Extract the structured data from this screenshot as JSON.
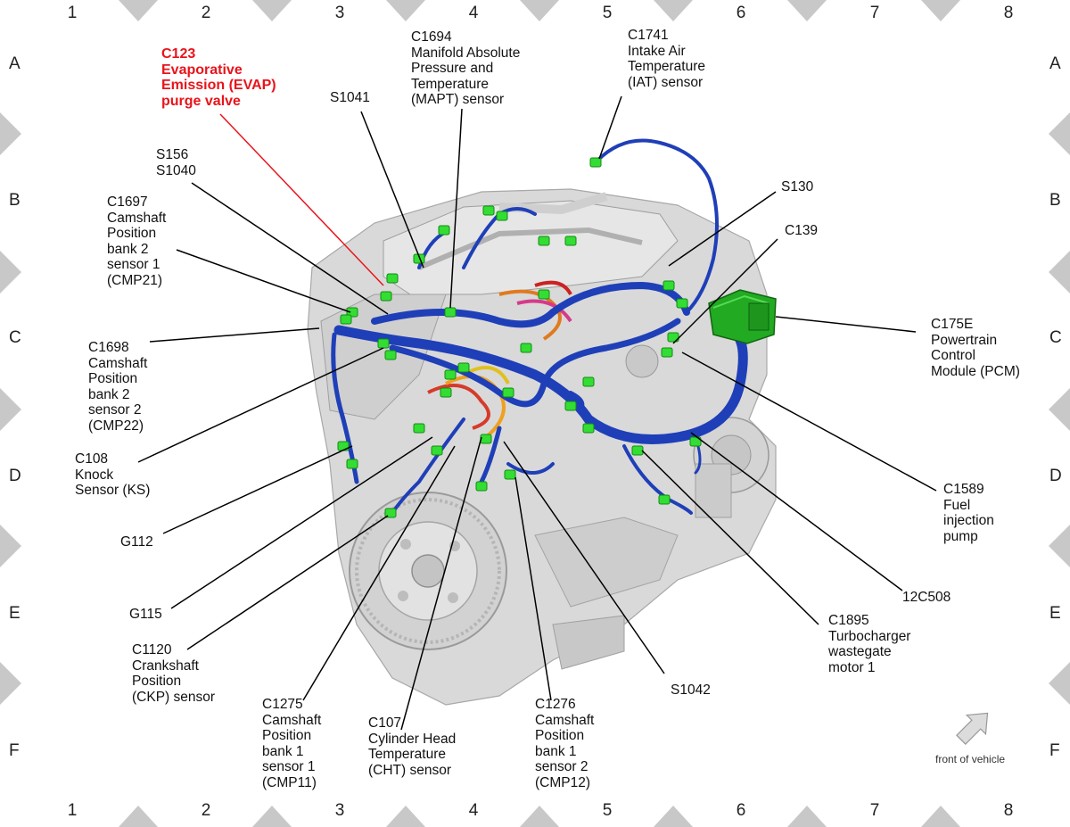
{
  "grid": {
    "columns": [
      "1",
      "2",
      "3",
      "4",
      "5",
      "6",
      "7",
      "8"
    ],
    "rows": [
      "A",
      "B",
      "C",
      "D",
      "E",
      "F"
    ]
  },
  "colors": {
    "highlight": "#e8141b",
    "harness": "#1f3fb8",
    "connector": "#33dd33",
    "pcm": "#22aa22",
    "border_marker": "#c8c8c8",
    "engine": "#d6d6d6",
    "leader": "#000000"
  },
  "icons": [
    "front-arrow-icon"
  ],
  "front_of_vehicle": "front of vehicle",
  "labels": [
    {
      "id": "c123",
      "lines": [
        "C123",
        "Evaporative",
        "Emission (EVAP)",
        "purge valve"
      ],
      "highlight": true
    },
    {
      "id": "s1041",
      "lines": [
        "S1041"
      ]
    },
    {
      "id": "c1694",
      "lines": [
        "C1694",
        "Manifold Absolute",
        "Pressure and",
        "Temperature",
        "(MAPT) sensor"
      ]
    },
    {
      "id": "c1741",
      "lines": [
        "C1741",
        "Intake Air",
        "Temperature",
        "(IAT) sensor"
      ]
    },
    {
      "id": "s156",
      "lines": [
        "S156",
        "S1040"
      ]
    },
    {
      "id": "c1697",
      "lines": [
        "C1697",
        "Camshaft",
        "Position",
        "bank 2",
        "sensor 1",
        "(CMP21)"
      ]
    },
    {
      "id": "s130",
      "lines": [
        "S130"
      ]
    },
    {
      "id": "c139",
      "lines": [
        "C139"
      ]
    },
    {
      "id": "c175e",
      "lines": [
        "C175E",
        "Powertrain",
        "Control",
        "Module (PCM)"
      ]
    },
    {
      "id": "c1698",
      "lines": [
        "C1698",
        "Camshaft",
        "Position",
        "bank 2",
        "sensor 2",
        "(CMP22)"
      ]
    },
    {
      "id": "c108",
      "lines": [
        "C108",
        "Knock",
        "Sensor (KS)"
      ]
    },
    {
      "id": "g112",
      "lines": [
        "G112"
      ]
    },
    {
      "id": "c1589",
      "lines": [
        "C1589",
        "Fuel",
        "injection",
        "pump"
      ]
    },
    {
      "id": "g115",
      "lines": [
        "G115"
      ]
    },
    {
      "id": "c12c508",
      "lines": [
        "12C508"
      ]
    },
    {
      "id": "c1895",
      "lines": [
        "C1895",
        "Turbocharger",
        "wastegate",
        "motor 1"
      ]
    },
    {
      "id": "c1120",
      "lines": [
        "C1120",
        "Crankshaft",
        "Position",
        "(CKP) sensor"
      ]
    },
    {
      "id": "s1042",
      "lines": [
        "S1042"
      ]
    },
    {
      "id": "c1275",
      "lines": [
        "C1275",
        "Camshaft",
        "Position",
        "bank 1",
        "sensor 1",
        "(CMP11)"
      ]
    },
    {
      "id": "c107",
      "lines": [
        "C107",
        "Cylinder Head",
        "Temperature",
        "(CHT) sensor"
      ]
    },
    {
      "id": "c1276",
      "lines": [
        "C1276",
        "Camshaft",
        "Position",
        "bank 1",
        "sensor 2",
        "(CMP12)"
      ]
    }
  ]
}
